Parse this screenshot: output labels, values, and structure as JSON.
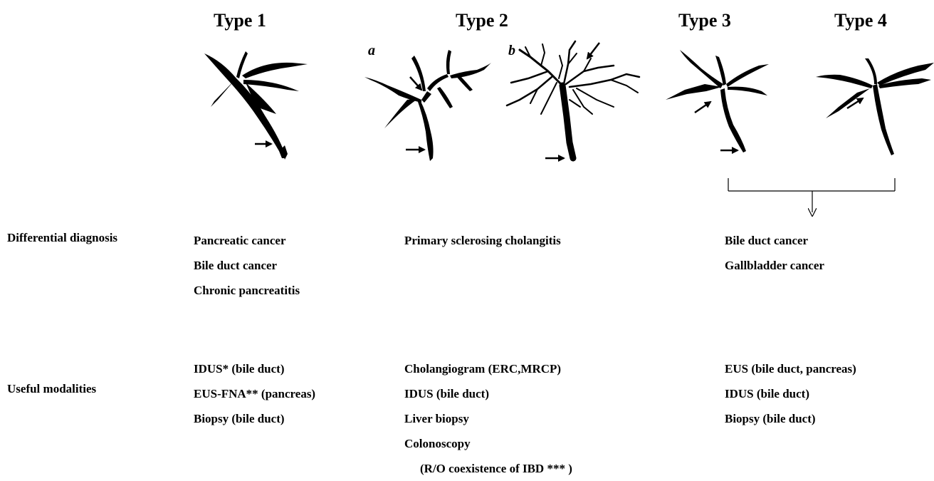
{
  "types": [
    {
      "title": "Type 1"
    },
    {
      "title": "Type 2",
      "sub_a": "a",
      "sub_b": "b"
    },
    {
      "title": "Type 3"
    },
    {
      "title": "Type 4"
    }
  ],
  "rows": {
    "differential": {
      "label": "Differential diagnosis",
      "type1": [
        "Pancreatic  cancer",
        "Bile duct cancer",
        "Chronic  pancreatitis"
      ],
      "type2": [
        "Primary  sclerosing cholangitis"
      ],
      "type34": [
        "Bile duct cancer",
        "Gallbladder  cancer"
      ]
    },
    "modalities": {
      "label": "Useful  modalities",
      "type1": [
        "IDUS* (bile duct)",
        "EUS-FNA** (pancreas)",
        "Biopsy (bile duct)"
      ],
      "type2": [
        "Cholangiogram  (ERC,MRCP)",
        "IDUS (bile duct)",
        "Liver biopsy",
        "Colonoscopy",
        "(R/O coexistence of IBD *** )"
      ],
      "type34": [
        "EUS (bile duct, pancreas)",
        "IDUS (bile duct)",
        "Biopsy (bile duct)"
      ]
    }
  }
}
